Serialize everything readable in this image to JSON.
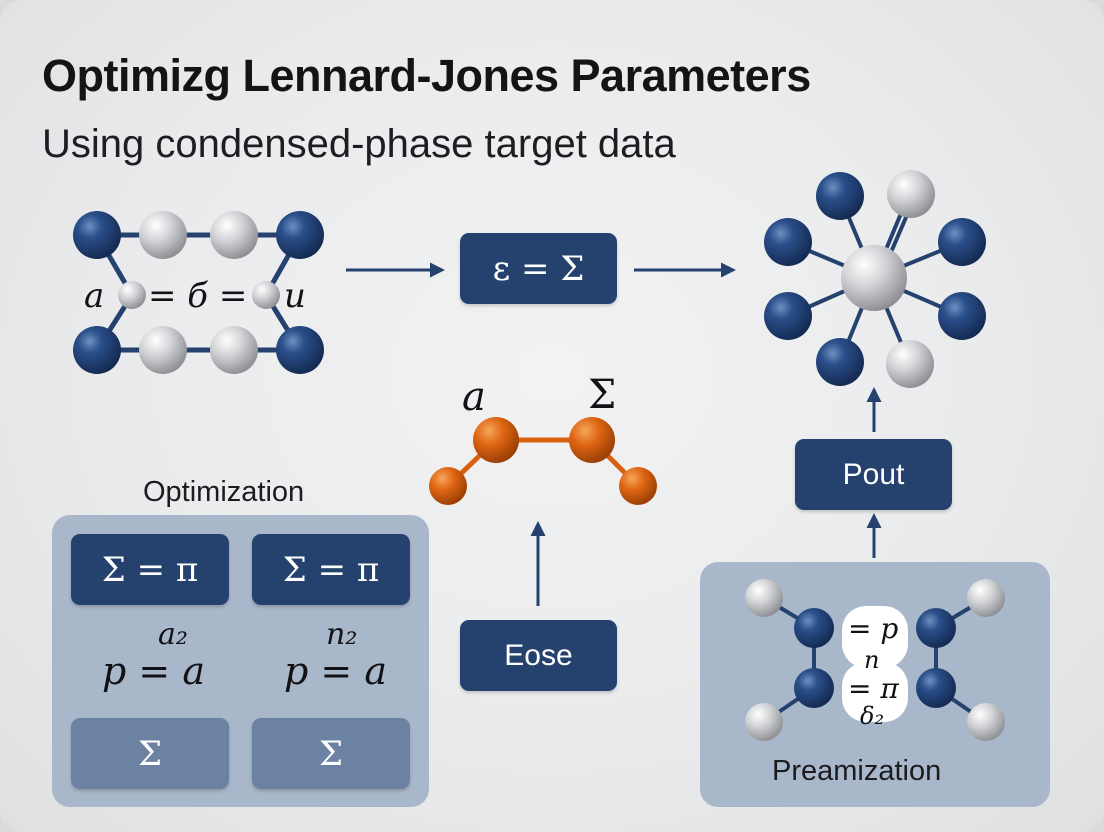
{
  "header": {
    "title": "Optimizg Lennard-Jones Parameters",
    "subtitle": "Using condensed-phase target data"
  },
  "lattice": {
    "label_a": "a",
    "label_eq1": "= б =",
    "label_u": "u"
  },
  "center": {
    "epsilon_box": "ε = Σ",
    "chain_label_left": "a",
    "chain_label_right": "Σ",
    "eose_box": "Eose"
  },
  "optimization": {
    "label": "Optimization",
    "boxes": [
      "Σ = π",
      "Σ = π"
    ],
    "formulas": [
      {
        "sup": "a₂",
        "main": "p = a"
      },
      {
        "sup": "n₂",
        "main": "p = a"
      }
    ],
    "lower_boxes": [
      "Σ",
      "Σ"
    ]
  },
  "right": {
    "pout_box": "Pout",
    "preamization_label": "Preamization",
    "mol_labels": [
      "= p",
      "n",
      "= π",
      "δ₂"
    ]
  },
  "colors": {
    "navy": "#24426d",
    "atom_blue": "#1f3f73",
    "atom_gray": "#c7c9cc",
    "atom_orange": "#d9600f",
    "panel": "#a9b7cb"
  }
}
